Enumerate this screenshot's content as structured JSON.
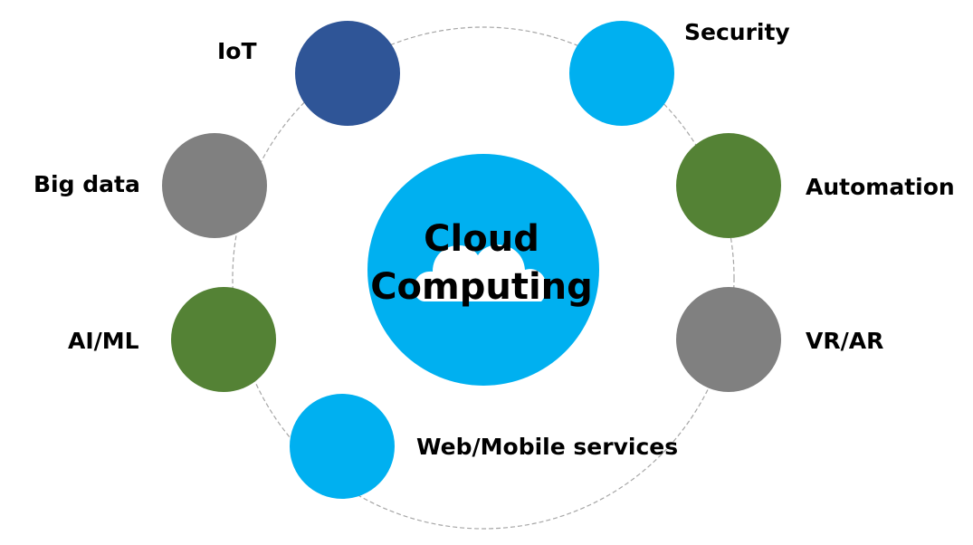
{
  "diagram": {
    "hub": {
      "title_line1": "Cloud",
      "title_line2": "Computing",
      "color": "#00B0F0",
      "icon": "cloud-icon",
      "icon_color": "#ffffff"
    },
    "ring_color": "#a6a6a6",
    "nodes": [
      {
        "id": "iot",
        "label": "IoT",
        "color": "#2F5597"
      },
      {
        "id": "security",
        "label": "Security",
        "color": "#00B0F0"
      },
      {
        "id": "big-data",
        "label": "Big data",
        "color": "#808080"
      },
      {
        "id": "automation",
        "label": "Automation",
        "color": "#548235"
      },
      {
        "id": "ai-ml",
        "label": "AI/ML",
        "color": "#548235"
      },
      {
        "id": "vr-ar",
        "label": "VR/AR",
        "color": "#808080"
      },
      {
        "id": "web-mobile",
        "label": "Web/Mobile services",
        "color": "#00B0F0"
      }
    ]
  }
}
